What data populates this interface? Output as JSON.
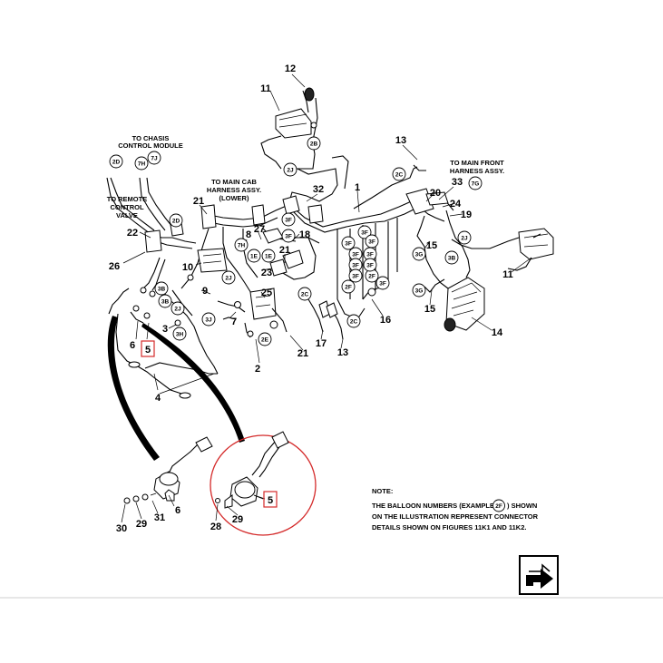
{
  "captions": {
    "chassis": [
      "TO CHASIS",
      "CONTROL MODULE"
    ],
    "remote": [
      "TO REMOTE",
      "CONTROL",
      "VALVE"
    ],
    "main_cab": [
      "TO MAIN CAB",
      "HARNESS ASSY.",
      "(LOWER)"
    ],
    "main_front": [
      "TO MAIN FRONT",
      "HARNESS ASSY."
    ]
  },
  "note": {
    "heading": "NOTE:",
    "line1_before": "THE BALLOON NUMBERS (EXAMPLE:",
    "line1_example": "2F",
    "line1_after": ") SHOWN",
    "line2": "ON THE ILLUSTRATION REPRESENT CONNECTOR",
    "line3": "DETAILS SHOWN ON FIGURES 11K1 AND 11K2."
  },
  "highlighted_item": "5",
  "callouts": [
    {
      "id": "c12",
      "text": "12"
    },
    {
      "id": "c11a",
      "text": "11"
    },
    {
      "id": "c13a",
      "text": "13"
    },
    {
      "id": "c1",
      "text": "1"
    },
    {
      "id": "c32",
      "text": "32"
    },
    {
      "id": "c21a",
      "text": "21"
    },
    {
      "id": "c20",
      "text": "20"
    },
    {
      "id": "c33",
      "text": "33"
    },
    {
      "id": "c24",
      "text": "24"
    },
    {
      "id": "c19",
      "text": "19"
    },
    {
      "id": "c22",
      "text": "22"
    },
    {
      "id": "c26",
      "text": "26"
    },
    {
      "id": "c8",
      "text": "8"
    },
    {
      "id": "c27",
      "text": "27"
    },
    {
      "id": "c18",
      "text": "18"
    },
    {
      "id": "c21b",
      "text": "21"
    },
    {
      "id": "c10",
      "text": "10"
    },
    {
      "id": "c23",
      "text": "23"
    },
    {
      "id": "c9",
      "text": "9"
    },
    {
      "id": "c7",
      "text": "7"
    },
    {
      "id": "c25",
      "text": "25"
    },
    {
      "id": "c3",
      "text": "3"
    },
    {
      "id": "c6a",
      "text": "6"
    },
    {
      "id": "c2",
      "text": "2"
    },
    {
      "id": "c21c",
      "text": "21"
    },
    {
      "id": "c17",
      "text": "17"
    },
    {
      "id": "c13b",
      "text": "13"
    },
    {
      "id": "c16",
      "text": "16"
    },
    {
      "id": "c15a",
      "text": "15"
    },
    {
      "id": "c15b",
      "text": "15"
    },
    {
      "id": "c14",
      "text": "14"
    },
    {
      "id": "c11b",
      "text": "11"
    },
    {
      "id": "c4",
      "text": "4"
    },
    {
      "id": "c6b",
      "text": "6"
    },
    {
      "id": "c30",
      "text": "30"
    },
    {
      "id": "c29a",
      "text": "29"
    },
    {
      "id": "c31",
      "text": "31"
    },
    {
      "id": "c28",
      "text": "28"
    },
    {
      "id": "c29b",
      "text": "29"
    }
  ],
  "highlight_labels": [
    {
      "id": "h5a",
      "text": "5"
    },
    {
      "id": "h5b",
      "text": "5"
    }
  ],
  "balloons": [
    {
      "id": "b2B",
      "text": "2B"
    },
    {
      "id": "b2J_top",
      "text": "2J"
    },
    {
      "id": "b7H_top",
      "text": "7H"
    },
    {
      "id": "b7J",
      "text": "7J"
    },
    {
      "id": "b2D_top",
      "text": "2D"
    },
    {
      "id": "b2D_mid",
      "text": "2D"
    },
    {
      "id": "b2C_top",
      "text": "2C"
    },
    {
      "id": "b7G",
      "text": "7G"
    },
    {
      "id": "b3F_a",
      "text": "3F"
    },
    {
      "id": "b3F_b",
      "text": "3F"
    },
    {
      "id": "b7H_mid",
      "text": "7H"
    },
    {
      "id": "b1E_a",
      "text": "1E"
    },
    {
      "id": "b1E_b",
      "text": "1E"
    },
    {
      "id": "b2J_mid",
      "text": "2J"
    },
    {
      "id": "b3G_a",
      "text": "3G"
    },
    {
      "id": "b3B_r",
      "text": "3B"
    },
    {
      "id": "b2J_r",
      "text": "2J"
    },
    {
      "id": "b3G_b",
      "text": "3G"
    },
    {
      "id": "b3J",
      "text": "3J"
    },
    {
      "id": "b3B_l",
      "text": "3B"
    },
    {
      "id": "b3B_l2",
      "text": "3B"
    },
    {
      "id": "b2J_l",
      "text": "2J"
    },
    {
      "id": "b3H",
      "text": "3H"
    },
    {
      "id": "b2E",
      "text": "2E"
    },
    {
      "id": "b2C_a",
      "text": "2C"
    },
    {
      "id": "b2C_b",
      "text": "2C"
    },
    {
      "id": "b2F_a",
      "text": "2F"
    },
    {
      "id": "b2F_b",
      "text": "2F"
    },
    {
      "id": "b3F_1",
      "text": "3F"
    },
    {
      "id": "b3F_2",
      "text": "3F"
    },
    {
      "id": "b3F_3",
      "text": "3F"
    },
    {
      "id": "b3F_4",
      "text": "3F"
    },
    {
      "id": "b3F_5",
      "text": "3F"
    },
    {
      "id": "b3F_6",
      "text": "3F"
    },
    {
      "id": "b3F_7",
      "text": "3F"
    },
    {
      "id": "b3F_8",
      "text": "3F"
    },
    {
      "id": "b3F_9",
      "text": "3F"
    }
  ],
  "colors": {
    "line": "#000000",
    "highlight": "#d42a2a",
    "background": "#ffffff"
  },
  "icons": {
    "nav": "arrow-next-icon"
  }
}
